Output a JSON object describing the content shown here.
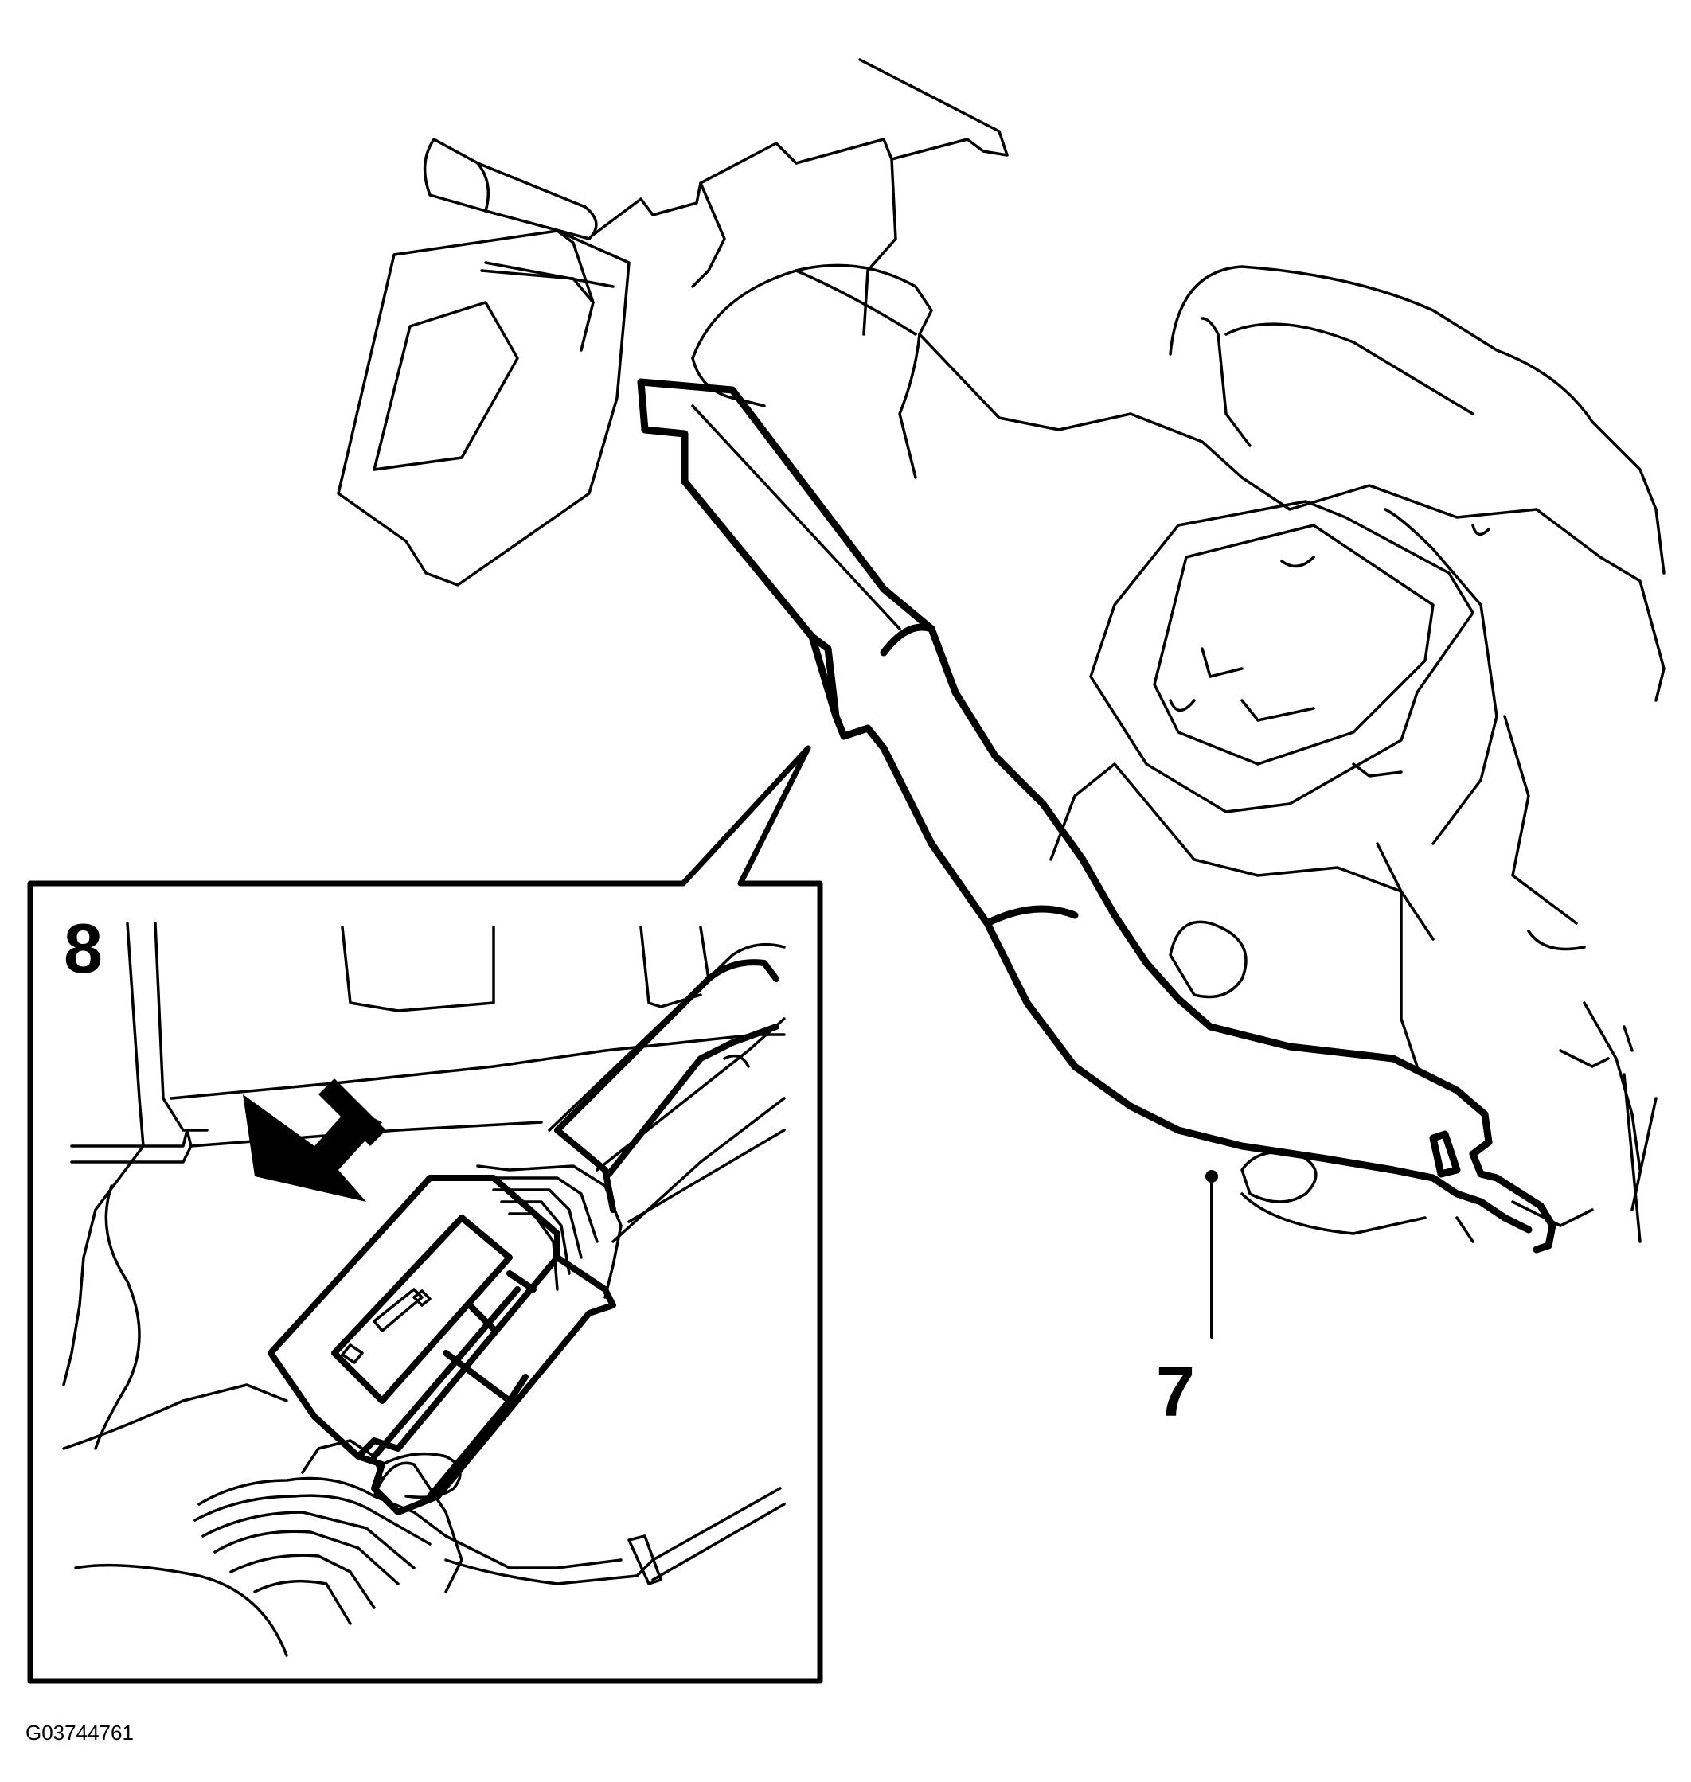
{
  "callouts": {
    "inset_number": "8",
    "harness_number": "7"
  },
  "figure_id": "G03744761",
  "colors": {
    "line": "#000000",
    "background": "#ffffff"
  },
  "icons": {
    "direction_arrow": "disconnect-direction-arrow-icon"
  }
}
